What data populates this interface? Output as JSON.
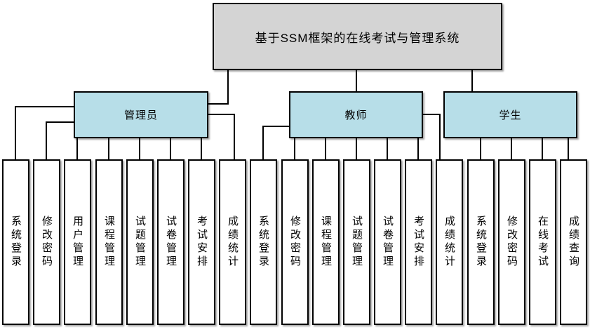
{
  "diagram": {
    "root_label": "基于SSM框架的在线考试与管理系统",
    "branches": [
      {
        "label": "管理员",
        "children": [
          "系统登录",
          "修改密码",
          "用户管理",
          "课程管理",
          "试题管理",
          "试卷管理",
          "考试安排",
          "成绩统计"
        ]
      },
      {
        "label": "教师",
        "children": [
          "系统登录",
          "修改密码",
          "课程管理",
          "试题管理",
          "试卷管理",
          "考试安排",
          "成绩统计"
        ]
      },
      {
        "label": "学生",
        "children": [
          "系统登录",
          "修改密码",
          "在线考试",
          "成绩查询"
        ]
      }
    ],
    "colors": {
      "root_fill": "#d4d4d4",
      "branch_fill": "#b7dee8",
      "leaf_fill": "#ffffff",
      "border": "#000000",
      "line": "#000000"
    }
  }
}
